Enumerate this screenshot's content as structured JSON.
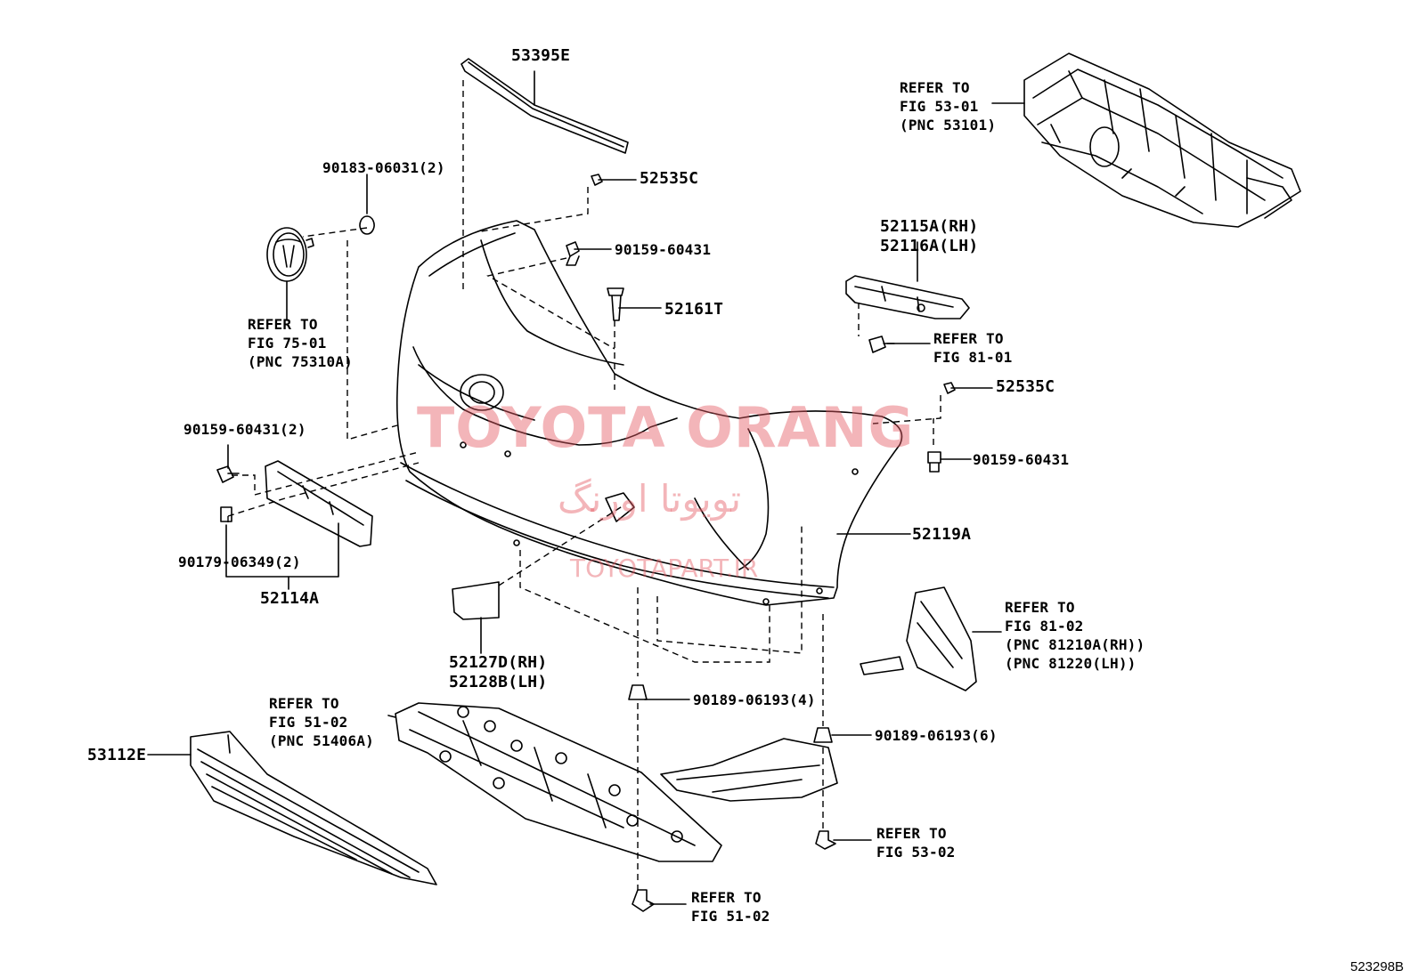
{
  "labels": {
    "p53395E": "53395E",
    "p90183": "90183-06031(2)",
    "p52535C_top": "52535C",
    "p90159_top": "90159-60431",
    "p52161T": "52161T",
    "refer_75_01": "REFER TO\nFIG 75-01\n(PNC 75310A)",
    "refer_53_01": "REFER TO\nFIG 53-01\n(PNC 53101)",
    "p52115A": "52115A(RH)\n52116A(LH)",
    "refer_81_01": "REFER TO\nFIG 81-01",
    "p52535C_right": "52535C",
    "p90159_right": "90159-60431",
    "p90159_left": "90159-60431(2)",
    "p52119A": "52119A",
    "p90179": "90179-06349(2)",
    "p52114A": "52114A",
    "refer_81_02": "REFER TO\nFIG 81-02\n(PNC 81210A(RH))\n(PNC 81220(LH))",
    "p52127D": "52127D(RH)\n52128B(LH)",
    "p90189_4": "90189-06193(4)",
    "p90189_6": "90189-06193(6)",
    "refer_51_02_a": "REFER TO\nFIG 51-02\n(PNC 51406A)",
    "p53112E": "53112E",
    "refer_53_02": "REFER TO\nFIG 53-02",
    "refer_51_02_b": "REFER TO\nFIG 51-02"
  },
  "watermark": {
    "main": "TOYOTA ORANG",
    "farsi": "تويوتا اورنگ",
    "url": "TOYOTAPART.IR",
    "color": "#e45a64"
  },
  "diagram_code": "523298B"
}
